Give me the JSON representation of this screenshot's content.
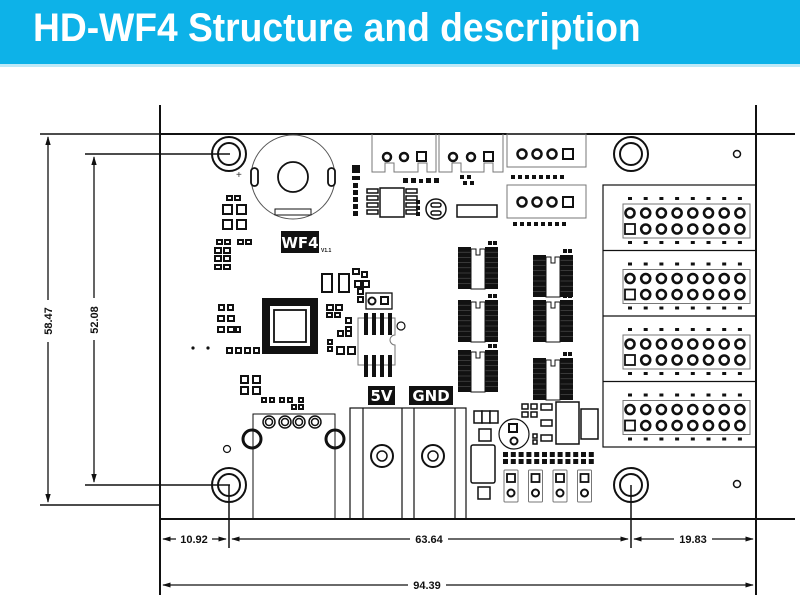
{
  "header": {
    "title": "HD-WF4 Structure and description",
    "background_color": "#0db2e8",
    "text_color": "#ffffff"
  },
  "board": {
    "model_label": "WF4",
    "version_label": "V1.1",
    "power_labels": {
      "positive": "5V",
      "ground": "GND"
    },
    "hub_connectors_count": 4,
    "hub_connector_pins_per_row": 8,
    "driver_ics_count": 6,
    "mounting_holes_count": 4
  },
  "dimensions": {
    "units": "mm",
    "overall_height": "58.47",
    "hole_spacing_vertical": "52.08",
    "left_offset": "10.92",
    "hole_spacing_horizontal": "63.64",
    "right_offset": "19.83",
    "overall_width": "94.39"
  }
}
